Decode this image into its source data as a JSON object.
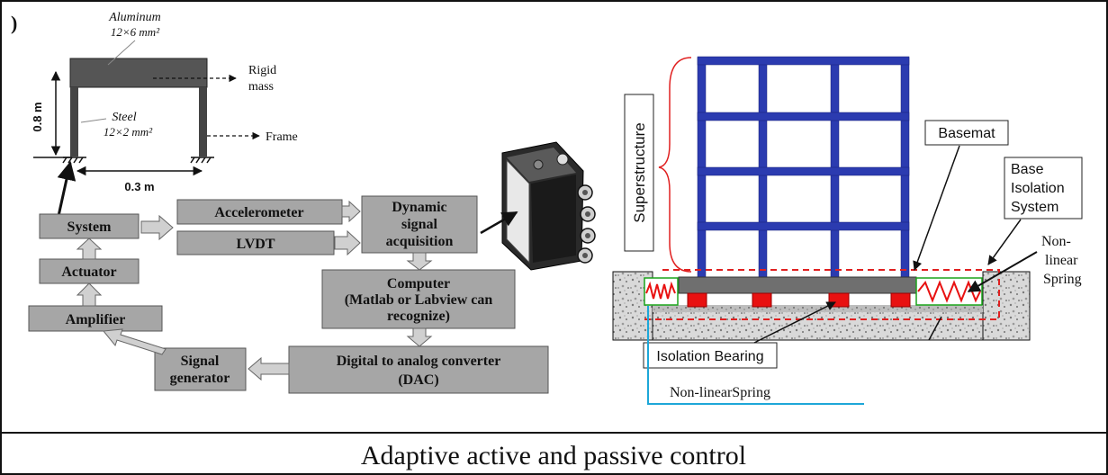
{
  "caption": "Adaptive active and passive control",
  "corner_glyph": ")",
  "frame_model": {
    "aluminum_label": "Aluminum",
    "aluminum_dims": "12×6 mm²",
    "steel_label": "Steel",
    "steel_dims": "12×2 mm²",
    "rigid_label_line1": "Rigid",
    "rigid_label_line2": "mass",
    "frame_label": "Frame",
    "height_label": "0.8 m",
    "width_label": "0.3 m"
  },
  "flow": {
    "system": "System",
    "actuator": "Actuator",
    "amplifier": "Amplifier",
    "accelerometer": "Accelerometer",
    "lvdt": "LVDT",
    "dsa_line1": "Dynamic",
    "dsa_line2": "signal",
    "dsa_line3": "acquisition",
    "computer_line1": "Computer",
    "computer_line2": "(Matlab or Labview can",
    "computer_line3": "recognize)",
    "dac_line1": "Digital to analog converter",
    "dac_line2": "(DAC)",
    "siggen_line1": "Signal",
    "siggen_line2": "generator"
  },
  "isolation": {
    "superstructure": "Superstructure",
    "basemat": "Basemat",
    "base_iso_line1": "Base",
    "base_iso_line2": "Isolation",
    "base_iso_line3": "System",
    "nonlinear_line1": "Non-",
    "nonlinear_line2": "linear",
    "nonlinear_line3": "Spring",
    "isolation_bearing": "Isolation Bearing",
    "nonlinear_spring": "Non-linearSpring"
  },
  "colors": {
    "frame_blue": "#2b3bb0",
    "bearing_red": "#e81111",
    "dashed_red": "#e02020",
    "box_gray": "#a6a6a6",
    "spring_green": "#1aa41a",
    "callout_cyan": "#1da7d8"
  }
}
